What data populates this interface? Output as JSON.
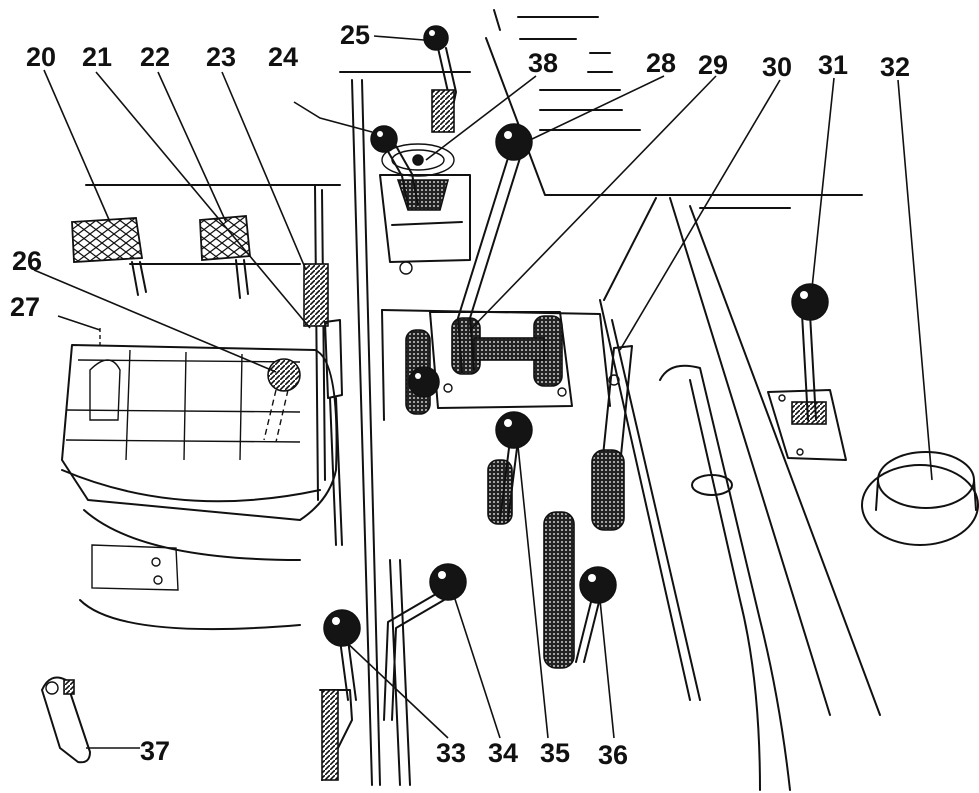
{
  "labels": {
    "20": "20",
    "21": "21",
    "22": "22",
    "23": "23",
    "24": "24",
    "25": "25",
    "26": "26",
    "27": "27",
    "28": "28",
    "29": "29",
    "30": "30",
    "31": "31",
    "32": "32",
    "33": "33",
    "34": "34",
    "35": "35",
    "36": "36",
    "37": "37",
    "38": "38"
  }
}
